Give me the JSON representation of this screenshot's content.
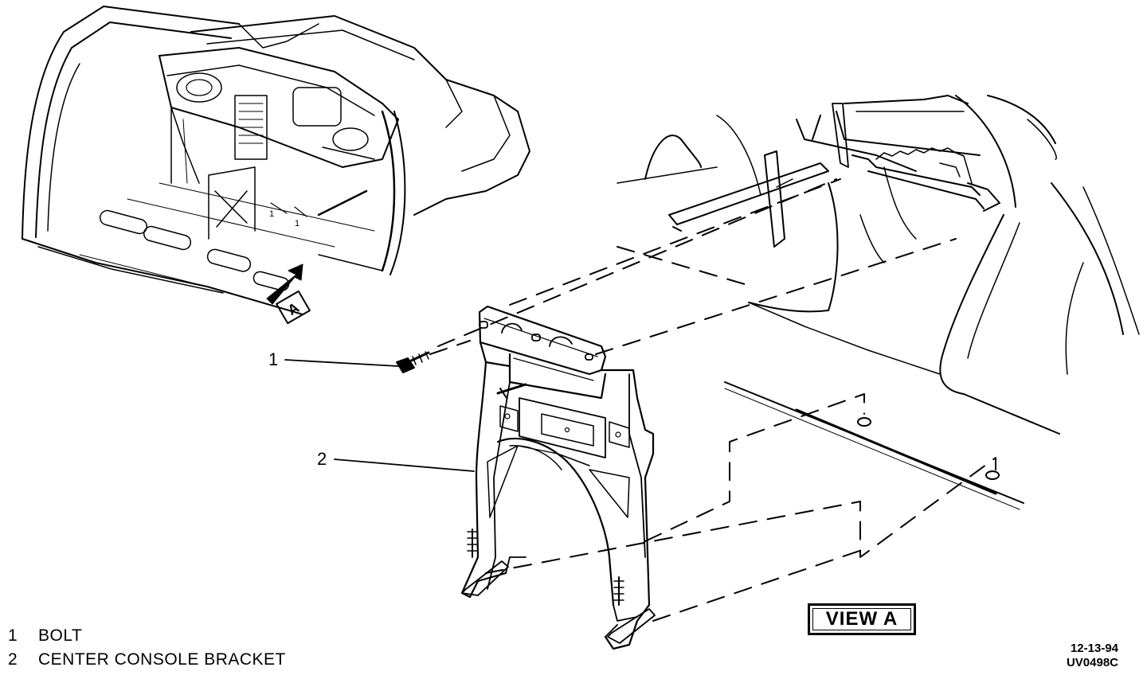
{
  "callouts": [
    {
      "number": "1"
    },
    {
      "number": "2"
    }
  ],
  "legend": [
    {
      "number": "1",
      "label": "BOLT"
    },
    {
      "number": "2",
      "label": "CENTER CONSOLE BRACKET"
    }
  ],
  "view_label": "VIEW A",
  "view_arrow_letter": "A",
  "date_code": "12-13-94",
  "figure_code": "UV0498C",
  "colors": {
    "ink": "#000000",
    "paper": "#ffffff"
  }
}
